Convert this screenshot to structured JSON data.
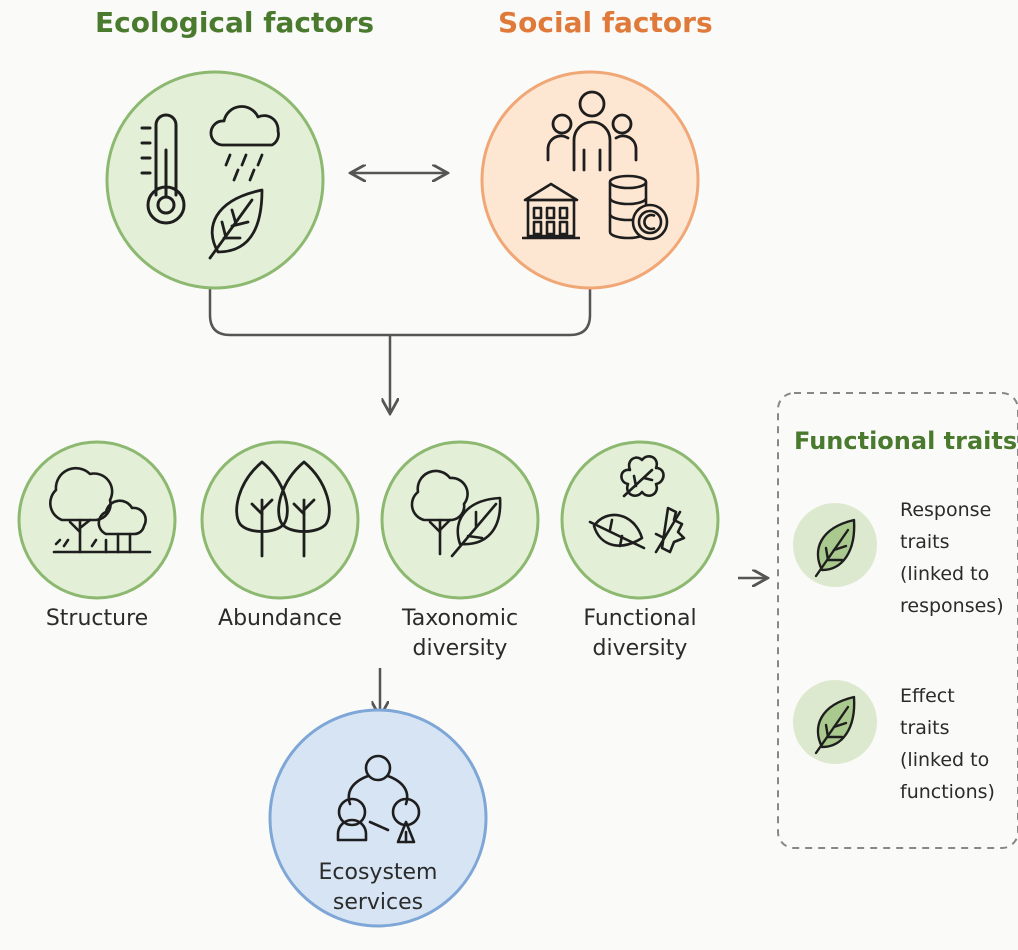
{
  "headings": {
    "ecological": "Ecological factors",
    "social": "Social factors",
    "traits": "Functional traits"
  },
  "colors": {
    "green_text": "#4a7a2e",
    "orange_text": "#e07a3a",
    "green_fill": "#e3efd6",
    "green_stroke": "#8cb870",
    "orange_fill": "#fde6d2",
    "orange_stroke": "#f0a675",
    "blue_fill": "#d7e4f4",
    "blue_stroke": "#7ea6d6",
    "line": "#555555"
  },
  "factors": {
    "ecological_icons": [
      "thermometer-icon",
      "rain-cloud-icon",
      "leaf-icon"
    ],
    "social_icons": [
      "people-group-icon",
      "building-icon",
      "coins-icon"
    ]
  },
  "components": [
    {
      "label": "Structure",
      "icon": "trees-structure-icon"
    },
    {
      "label": "Abundance",
      "icon": "trees-abundance-icon"
    },
    {
      "label": "Taxonomic\ndiversity",
      "icon": "tree-leaf-icon"
    },
    {
      "label": "Functional\ndiversity",
      "icon": "leaves-icon"
    }
  ],
  "services": {
    "label": "Ecosystem\nservices",
    "icon": "services-network-icon"
  },
  "traits": [
    {
      "label": "Response\ntraits\n(linked to\nresponses)",
      "icon": "leaf-icon"
    },
    {
      "label": "Effect\ntraits\n(linked to\nfunctions)",
      "icon": "leaf-icon"
    }
  ]
}
